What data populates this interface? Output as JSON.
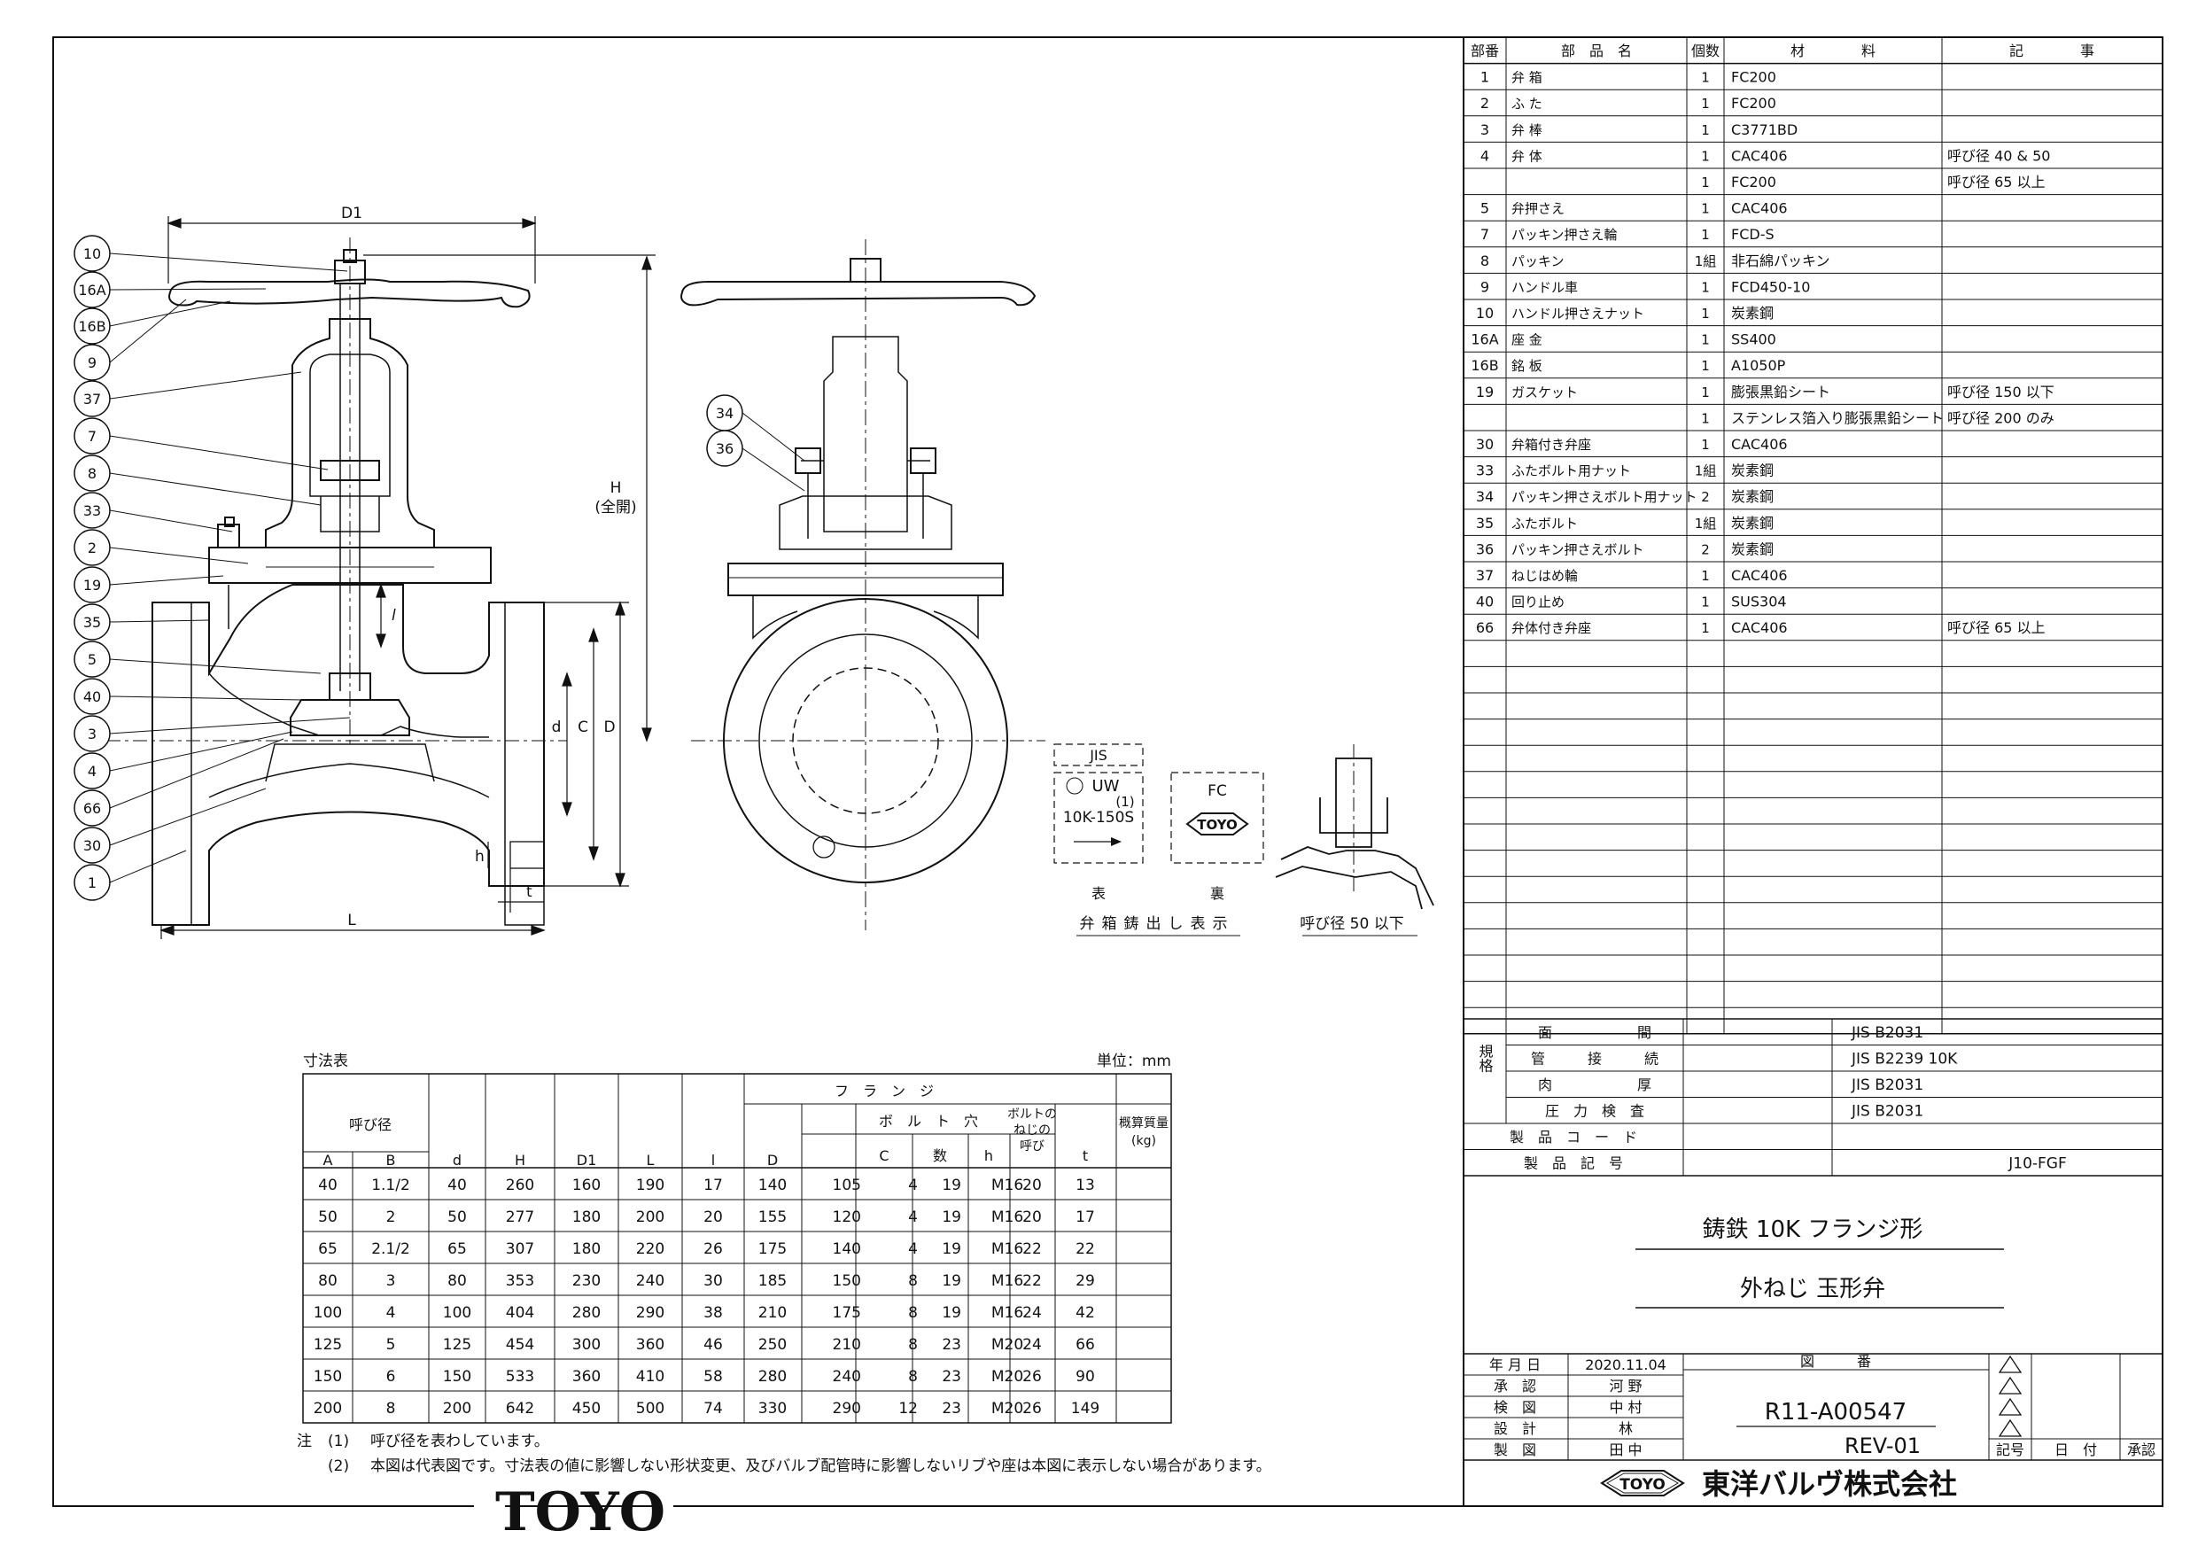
{
  "parts_header": {
    "no": "部番",
    "name": "部　品　名",
    "qty": "個数",
    "material": "材　　　　料",
    "remarks": "記　　　　事"
  },
  "parts": [
    {
      "no": "1",
      "name": "弁 箱",
      "qty": "1",
      "material": "FC200",
      "remarks": ""
    },
    {
      "no": "2",
      "name": "ふ た",
      "qty": "1",
      "material": "FC200",
      "remarks": ""
    },
    {
      "no": "3",
      "name": "弁 棒",
      "qty": "1",
      "material": "C3771BD",
      "remarks": ""
    },
    {
      "no": "4",
      "name": "弁 体",
      "qty": "1",
      "material": "CAC406",
      "remarks": "呼び径 40 & 50"
    },
    {
      "no": "",
      "name": "",
      "qty": "1",
      "material": "FC200",
      "remarks": "呼び径 65 以上"
    },
    {
      "no": "5",
      "name": "弁押さえ",
      "qty": "1",
      "material": "CAC406",
      "remarks": ""
    },
    {
      "no": "7",
      "name": "パッキン押さえ輪",
      "qty": "1",
      "material": "FCD-S",
      "remarks": ""
    },
    {
      "no": "8",
      "name": "パッキン",
      "qty": "1組",
      "material": "非石綿パッキン",
      "remarks": ""
    },
    {
      "no": "9",
      "name": "ハンドル車",
      "qty": "1",
      "material": "FCD450-10",
      "remarks": ""
    },
    {
      "no": "10",
      "name": "ハンドル押さえナット",
      "qty": "1",
      "material": "炭素鋼",
      "remarks": ""
    },
    {
      "no": "16A",
      "name": "座 金",
      "qty": "1",
      "material": "SS400",
      "remarks": ""
    },
    {
      "no": "16B",
      "name": "銘 板",
      "qty": "1",
      "material": "A1050P",
      "remarks": ""
    },
    {
      "no": "19",
      "name": "ガスケット",
      "qty": "1",
      "material": "膨張黒鉛シート",
      "remarks": "呼び径 150 以下"
    },
    {
      "no": "",
      "name": "",
      "qty": "1",
      "material": "ステンレス箔入り膨張黒鉛シート",
      "remarks": "呼び径 200 のみ"
    },
    {
      "no": "30",
      "name": "弁箱付き弁座",
      "qty": "1",
      "material": "CAC406",
      "remarks": ""
    },
    {
      "no": "33",
      "name": "ふたボルト用ナット",
      "qty": "1組",
      "material": "炭素鋼",
      "remarks": ""
    },
    {
      "no": "34",
      "name": "パッキン押さえボルト用ナット",
      "qty": "2",
      "material": "炭素鋼",
      "remarks": ""
    },
    {
      "no": "35",
      "name": "ふたボルト",
      "qty": "1組",
      "material": "炭素鋼",
      "remarks": ""
    },
    {
      "no": "36",
      "name": "パッキン押さえボルト",
      "qty": "2",
      "material": "炭素鋼",
      "remarks": ""
    },
    {
      "no": "37",
      "name": "ねじはめ輪",
      "qty": "1",
      "material": "CAC406",
      "remarks": ""
    },
    {
      "no": "40",
      "name": "回り止め",
      "qty": "1",
      "material": "SUS304",
      "remarks": ""
    },
    {
      "no": "66",
      "name": "弁体付き弁座",
      "qty": "1",
      "material": "CAC406",
      "remarks": "呼び径 65 以上"
    }
  ],
  "standards": {
    "group_label": "規格",
    "rows": [
      {
        "label": "面　　　　　　間",
        "value": "JIS B2031"
      },
      {
        "label": "管　　　接　　　続",
        "value": "JIS B2239  10K"
      },
      {
        "label": "肉　　　　　　厚",
        "value": "JIS B2031"
      },
      {
        "label": "圧　力　検　査",
        "value": "JIS B2031"
      },
      {
        "label": "製　品　コ　ー　ド",
        "value": ""
      },
      {
        "label": "製　品　記　号",
        "value": "J10-FGF"
      }
    ]
  },
  "product": {
    "title1": "鋳鉄 10K フランジ形",
    "title2": "外ねじ 玉形弁"
  },
  "title_block": {
    "date_label": "年 月 日",
    "date": "2020.11.04",
    "drawing_no_label": "図　　　番",
    "rows": [
      {
        "label": "承　認",
        "name": "河 野"
      },
      {
        "label": "検　図",
        "name": "中 村"
      },
      {
        "label": "設　計",
        "name": "林"
      },
      {
        "label": "製　図",
        "name": "田 中"
      }
    ],
    "drawing_no": "R11-A00547",
    "rev": "REV-01",
    "rev_headers": [
      "記号",
      "日　付",
      "承認"
    ],
    "company": "東洋バルヴ株式会社",
    "logo": "TOYO"
  },
  "dimension_table": {
    "caption": "寸法表",
    "unit": "単位：mm",
    "flange_header": "フ　ラ　ン　ジ",
    "bolt_header": "ボ　ル　ト　穴",
    "headers": {
      "nominal": "呼び径",
      "A": "A",
      "B": "B",
      "d": "d",
      "H": "H",
      "D1": "D1",
      "L": "L",
      "l": "l",
      "D": "D",
      "C": "C",
      "count": "数",
      "h": "h",
      "thread": "ボルトの\nねじの\n呼び",
      "t": "t",
      "mass": "概算質量\n(kg)"
    },
    "rows": [
      [
        "40",
        "1.1/2",
        "40",
        "260",
        "160",
        "190",
        "17",
        "140",
        "105",
        "4",
        "19",
        "M16",
        "20",
        "13"
      ],
      [
        "50",
        "2",
        "50",
        "277",
        "180",
        "200",
        "20",
        "155",
        "120",
        "4",
        "19",
        "M16",
        "20",
        "17"
      ],
      [
        "65",
        "2.1/2",
        "65",
        "307",
        "180",
        "220",
        "26",
        "175",
        "140",
        "4",
        "19",
        "M16",
        "22",
        "22"
      ],
      [
        "80",
        "3",
        "80",
        "353",
        "230",
        "240",
        "30",
        "185",
        "150",
        "8",
        "19",
        "M16",
        "22",
        "29"
      ],
      [
        "100",
        "4",
        "100",
        "404",
        "280",
        "290",
        "38",
        "210",
        "175",
        "8",
        "19",
        "M16",
        "24",
        "42"
      ],
      [
        "125",
        "5",
        "125",
        "454",
        "300",
        "360",
        "46",
        "250",
        "210",
        "8",
        "23",
        "M20",
        "24",
        "66"
      ],
      [
        "150",
        "6",
        "150",
        "533",
        "360",
        "410",
        "58",
        "280",
        "240",
        "8",
        "23",
        "M20",
        "26",
        "90"
      ],
      [
        "200",
        "8",
        "200",
        "642",
        "450",
        "500",
        "74",
        "330",
        "290",
        "12",
        "23",
        "M20",
        "26",
        "149"
      ]
    ]
  },
  "notes": {
    "label": "注",
    "n1_mark": "(1)",
    "n1": "呼び径を表わしています。",
    "n2_mark": "(2)",
    "n2": "本図は代表図です。寸法表の値に影響しない形状変更、及びバルブ配管時に影響しないリブや座は本図に表示しない場合があります。"
  },
  "balloons": [
    "10",
    "16A",
    "16B",
    "9",
    "37",
    "7",
    "8",
    "33",
    "2",
    "19",
    "35",
    "5",
    "40",
    "3",
    "4",
    "66",
    "30",
    "1"
  ],
  "side_balloons": [
    "34",
    "36"
  ],
  "dims": {
    "D1": "D1",
    "H": "H",
    "H_note": "(全開)",
    "L": "L",
    "l": "l",
    "d": "d",
    "C": "C",
    "D": "D",
    "h": "h",
    "t": "t"
  },
  "cast_marking": {
    "jis_mark": "JIS",
    "uw": "UW",
    "uw_note": "(1)",
    "rating": "10K-150S",
    "fc": "FC",
    "logo": "TOYO",
    "front": "表",
    "back": "裏",
    "caption": "弁箱鋳出し表示",
    "detail_caption": "呼び径 50 以下"
  },
  "big_logo": "TOYO"
}
